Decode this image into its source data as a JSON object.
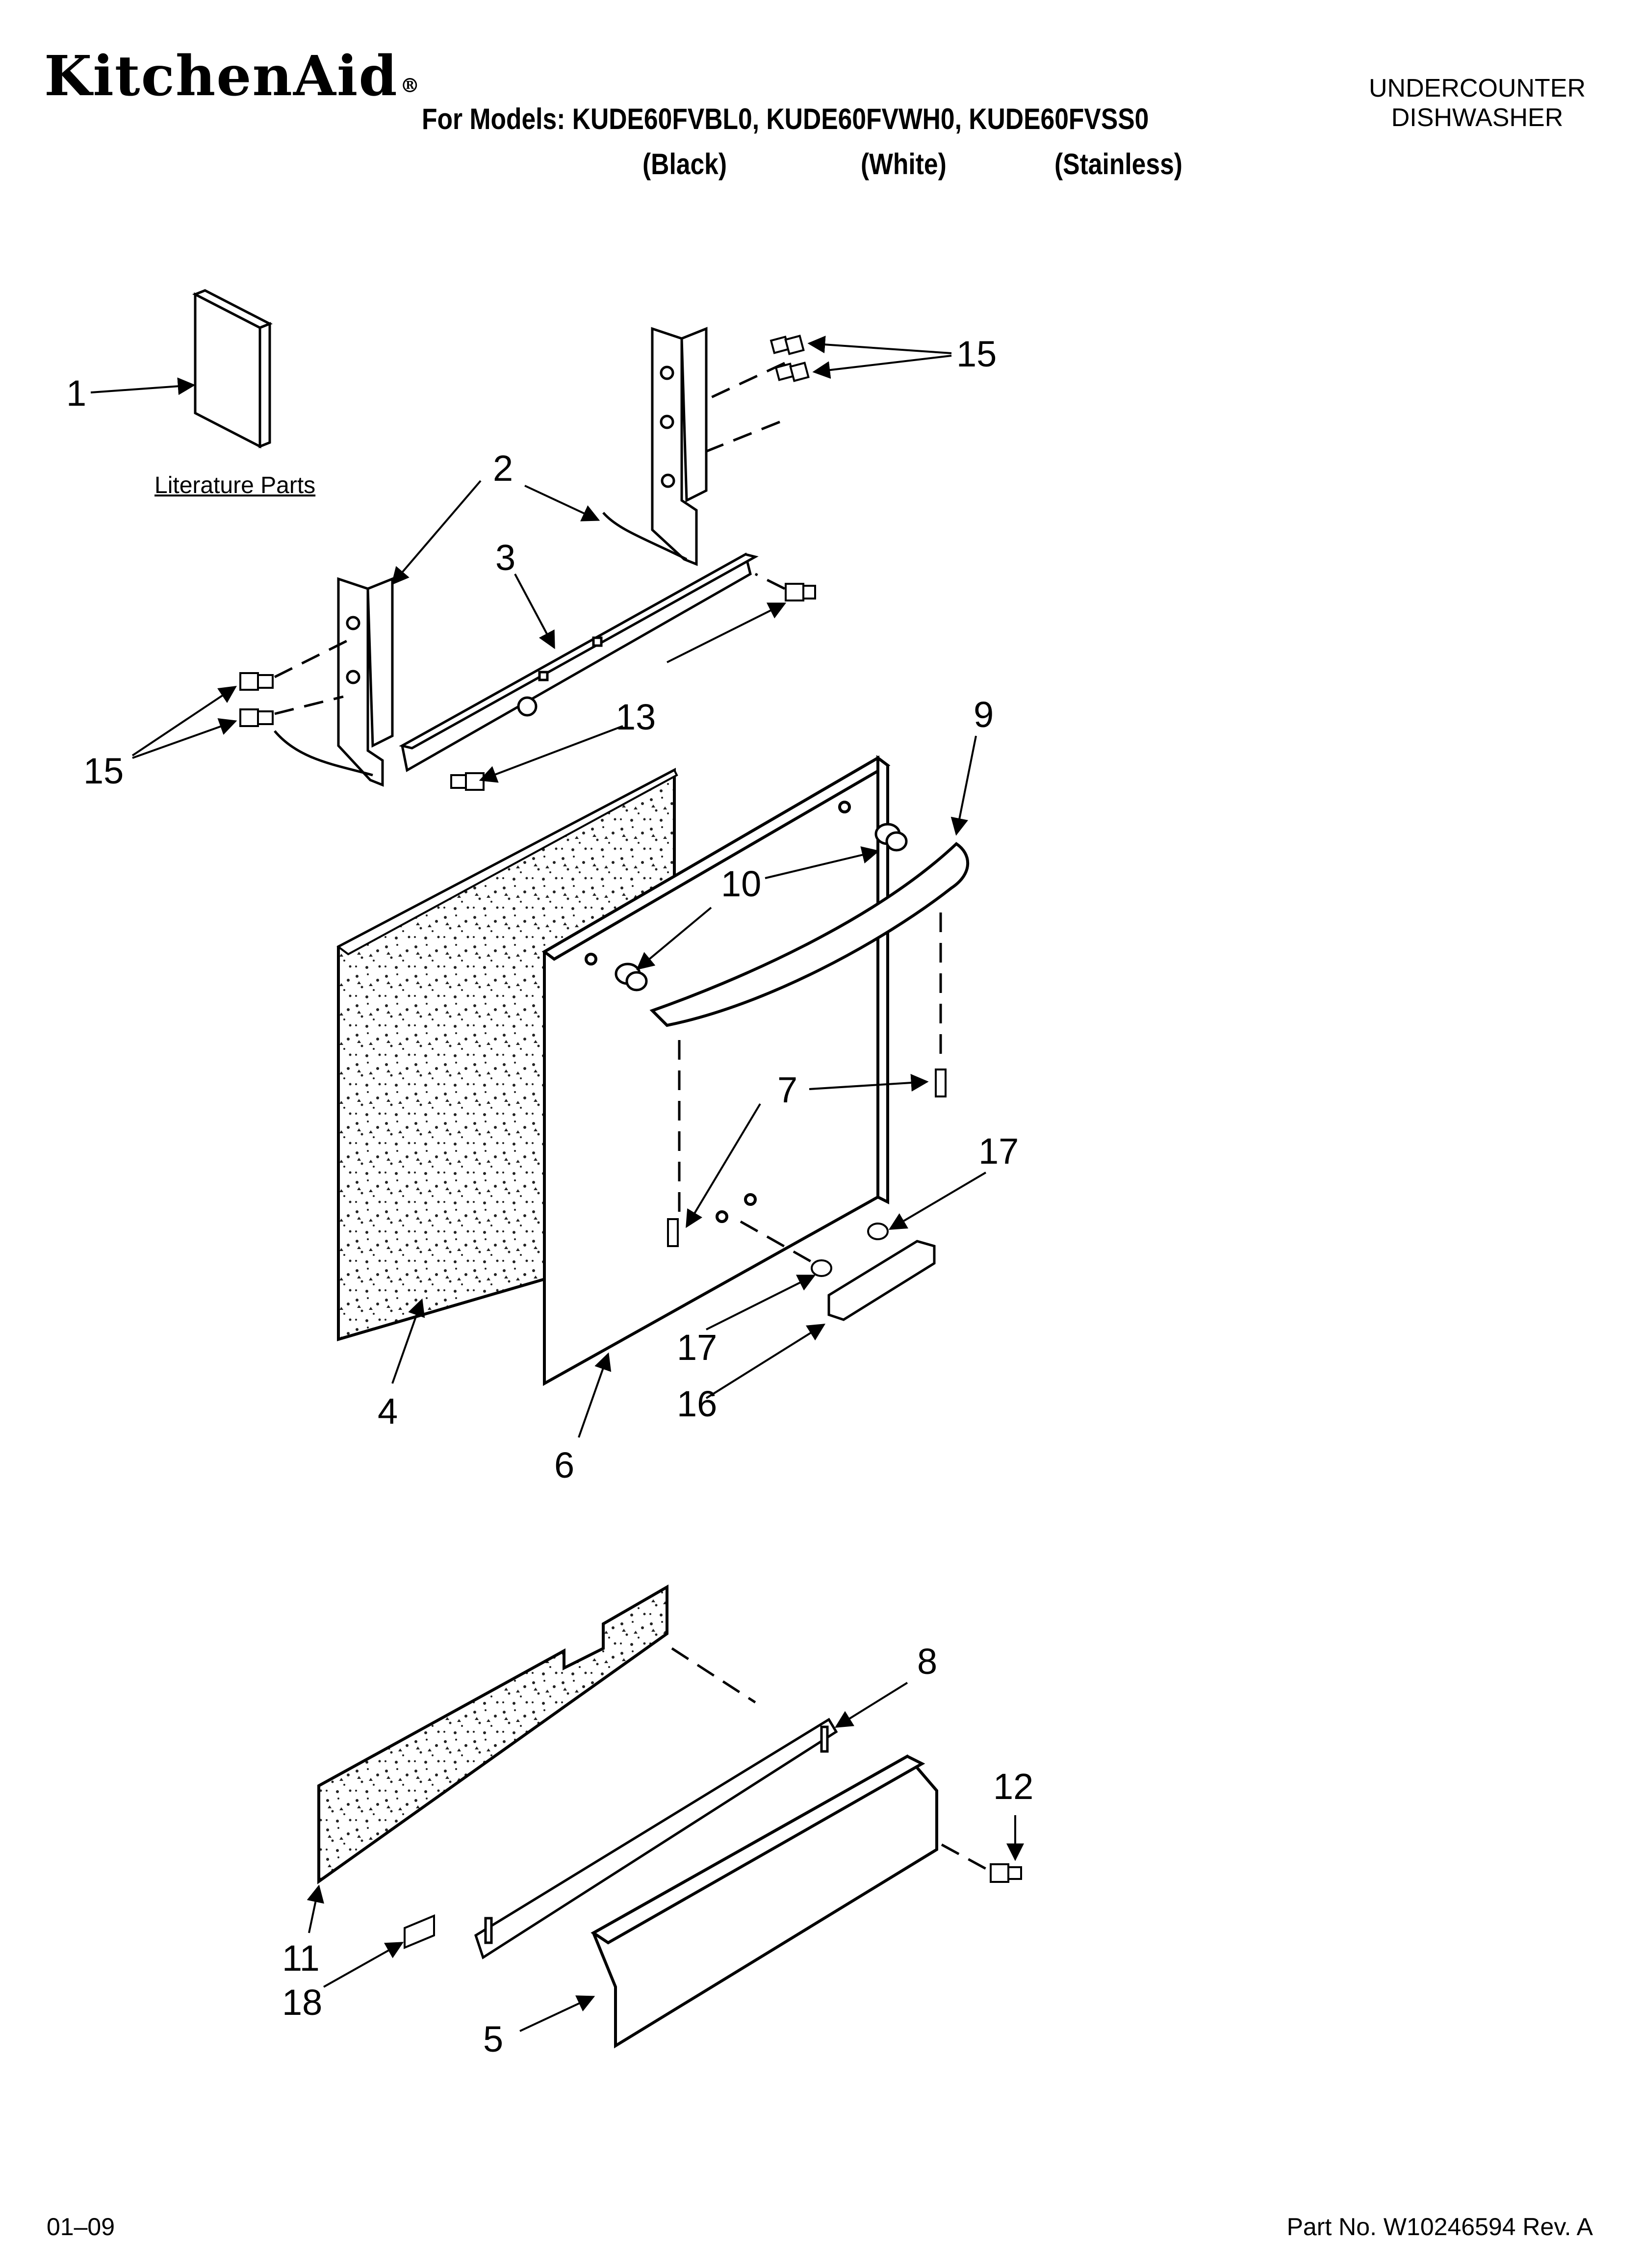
{
  "header": {
    "brand": "KitchenAid",
    "brand_mark": "®",
    "models_line": "For Models: KUDE60FVBL0, KUDE60FVWH0, KUDE60FVSS0",
    "variants": [
      "(Black)",
      "(White)",
      "(Stainless)"
    ],
    "category": [
      "UNDERCOUNTER",
      "DISHWASHER"
    ]
  },
  "diagram": {
    "literature_label": "Literature Parts",
    "callouts": {
      "c1": "1",
      "c2": "2",
      "c3": "3",
      "c4": "4",
      "c5": "5",
      "c6": "6",
      "c7": "7",
      "c8": "8",
      "c9": "9",
      "c10": "10",
      "c11": "11",
      "c12": "12",
      "c13": "13",
      "c15a": "15",
      "c15b": "15",
      "c16": "16",
      "c17a": "17",
      "c17b": "17",
      "c18": "18"
    }
  },
  "footer": {
    "date_code": "01–09",
    "part_number": "Part No. W10246594 Rev. A"
  }
}
